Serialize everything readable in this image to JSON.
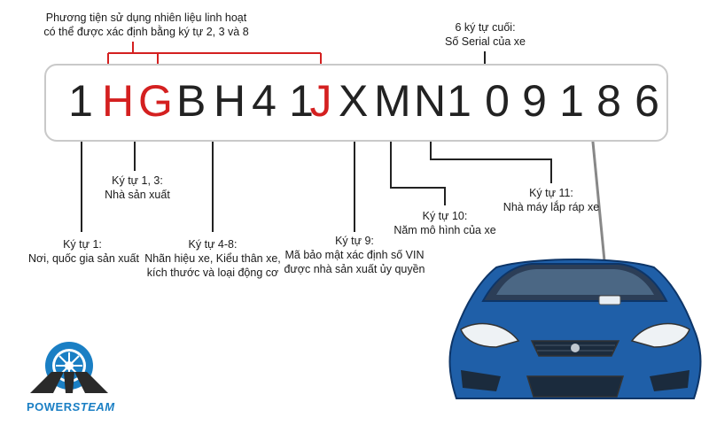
{
  "vin": {
    "chars": [
      {
        "c": "1",
        "red": false
      },
      {
        "c": "H",
        "red": true
      },
      {
        "c": "G",
        "red": true
      },
      {
        "c": "B",
        "red": false
      },
      {
        "c": "H",
        "red": false
      },
      {
        "c": "4",
        "red": false
      },
      {
        "c": "1",
        "red": false
      },
      {
        "c": "J",
        "red": true
      },
      {
        "c": "X",
        "red": false
      },
      {
        "c": "M",
        "red": false
      },
      {
        "c": "N",
        "red": false
      },
      {
        "c": "1",
        "red": false
      },
      {
        "c": "0",
        "red": false
      },
      {
        "c": "9",
        "red": false
      },
      {
        "c": "1",
        "red": false
      },
      {
        "c": "8",
        "red": false
      },
      {
        "c": "6",
        "red": false
      }
    ]
  },
  "labels": {
    "flex_fuel": [
      "Phương tiện sử dụng nhiên liệu linh hoạt",
      "có thể được xác định bằng ký tự 2, 3 và 8"
    ],
    "serial": [
      "6 ký tự cuối:",
      "Số Serial của xe"
    ],
    "pos_1_3": [
      "Ký tự 1, 3:",
      "Nhà sản xuất"
    ],
    "pos_1": [
      "Ký tự 1:",
      "Nơi, quốc gia sản xuất"
    ],
    "pos_4_8": [
      "Ký tự 4-8:",
      "Nhãn hiệu xe, Kiểu thân xe,",
      "kích thước và loại động cơ"
    ],
    "pos_9": [
      "Ký tự 9:",
      "Mã bảo mật xác định số VIN",
      "được nhà sản xuất ủy quyền"
    ],
    "pos_10": [
      "Ký tự 10:",
      "Năm mô hình của xe"
    ],
    "pos_11": [
      "Ký tự 11:",
      "Nhà máy lắp ráp xe"
    ]
  },
  "brand": {
    "part1": "POWER",
    "part2": "STEAM"
  },
  "colors": {
    "red": "#d42020",
    "car_blue": "#1f5fa8",
    "logo_blue": "#1a7fc4"
  }
}
